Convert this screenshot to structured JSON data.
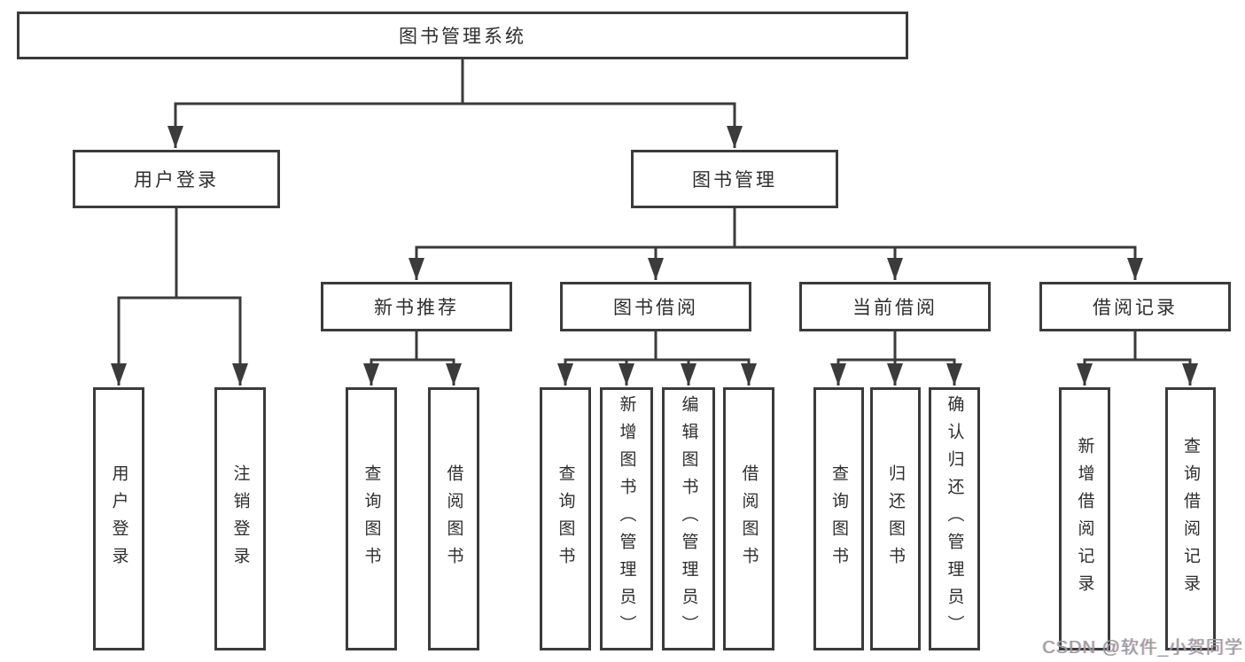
{
  "diagram": {
    "title": "图书管理系统",
    "root": {
      "label": "图书管理系统"
    },
    "level2": [
      {
        "label": "用户登录"
      },
      {
        "label": "图书管理"
      }
    ],
    "level3": [
      {
        "label": "新书推荐",
        "parent": "图书管理"
      },
      {
        "label": "图书借阅",
        "parent": "图书管理"
      },
      {
        "label": "当前借阅",
        "parent": "图书管理"
      },
      {
        "label": "借阅记录",
        "parent": "图书管理"
      }
    ],
    "leaves": [
      {
        "label": "用户登录",
        "parent": "用户登录"
      },
      {
        "label": "注销登录",
        "parent": "用户登录"
      },
      {
        "label": "查询图书",
        "parent": "新书推荐"
      },
      {
        "label": "借阅图书",
        "parent": "新书推荐"
      },
      {
        "label": "查询图书",
        "parent": "图书借阅"
      },
      {
        "label": "新增图书（管理员）",
        "parent": "图书借阅"
      },
      {
        "label": "编辑图书（管理员）",
        "parent": "图书借阅"
      },
      {
        "label": "借阅图书",
        "parent": "图书借阅"
      },
      {
        "label": "查询图书",
        "parent": "当前借阅"
      },
      {
        "label": "归还图书",
        "parent": "当前借阅"
      },
      {
        "label": "确认归还（管理员）",
        "parent": "当前借阅"
      },
      {
        "label": "新增借阅记录",
        "parent": "借阅记录"
      },
      {
        "label": "查询借阅记录",
        "parent": "借阅记录"
      }
    ]
  },
  "watermark": "CSDN @软件_小贺同学",
  "colors": {
    "line": "#3b3b3b",
    "text": "#2e2e2e",
    "background": "#ffffff",
    "watermark": "#9c9c9c"
  }
}
